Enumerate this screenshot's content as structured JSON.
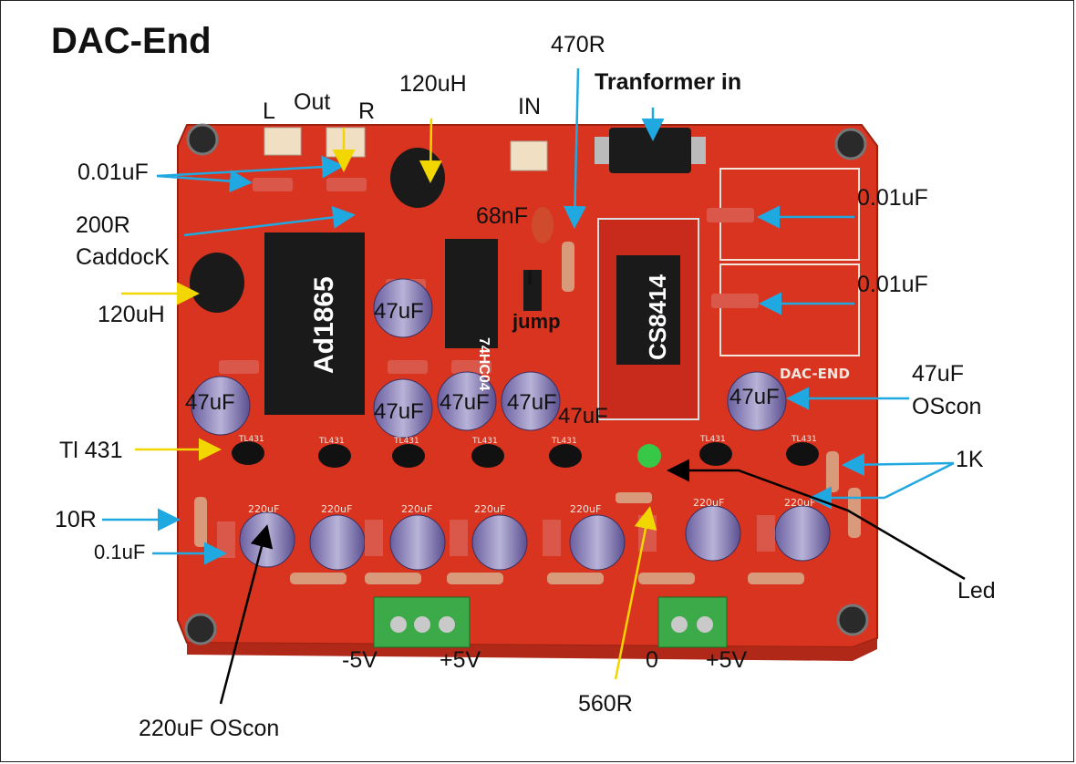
{
  "title": "DAC-End",
  "callouts": {
    "out_l": "L",
    "out": "Out",
    "out_r": "R",
    "inductor_top": "120uH",
    "in": "IN",
    "r470": "470R",
    "transformer": "Tranformer in",
    "c001_left": "0.01uF",
    "r200": "200R",
    "caddock": "CaddocK",
    "c68n": "68nF",
    "c001_right_top": "0.01uF",
    "c001_right_bottom": "0.01uF",
    "inductor_left": "120uH",
    "jump": "jump",
    "tl431": "Tl 431",
    "r10": "10R",
    "c01": "0.1uF",
    "oscon_right_1": "47uF",
    "oscon_right_2": "OScon",
    "r1k": "1K",
    "led": "Led",
    "r560": "560R",
    "oscon220": "220uF OScon",
    "v_neg5": "-5V",
    "v_pos5_a": "+5V",
    "v_zero": "0",
    "v_pos5_b": "+5V"
  },
  "board": {
    "chip_ad1865": "Ad1865",
    "chip_74hc04": "74HC04",
    "chip_cs8414": "CS8414",
    "jumper_mark": "I",
    "cap_47uf": "47uF",
    "cap_220uf": "220uF",
    "silk_title": "DAC-END",
    "silk_tl431": "TL431"
  },
  "colors": {
    "board": "#d8341f",
    "arrow_blue": "#20a8e0",
    "arrow_yellow": "#f2d600",
    "arrow_black": "#000000"
  }
}
